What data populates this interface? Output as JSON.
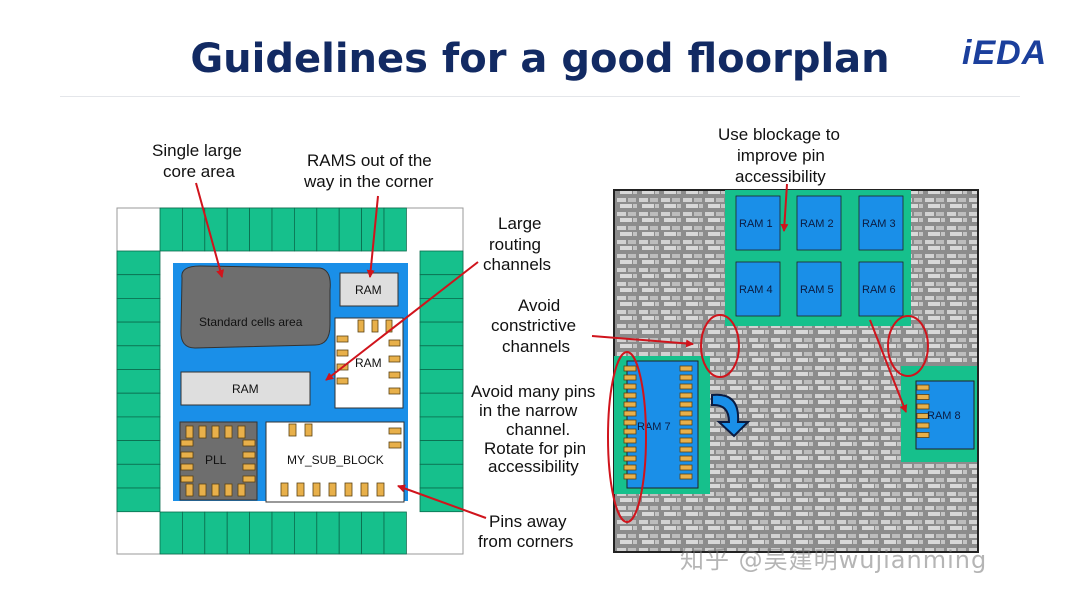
{
  "slide": {
    "title": "Guidelines for a good floorplan",
    "logo": "iEDA",
    "watermark": "知乎 @吴建明wujianming"
  },
  "left_diagram": {
    "callouts": {
      "core_line1": "Single large",
      "core_line2": "core area",
      "rams_line1": "RAMS out of the",
      "rams_line2": "way in the corner",
      "routing_line1": "Large",
      "routing_line2": "routing",
      "routing_line3": "channels",
      "pins_line1": "Pins away",
      "pins_line2": "from corners"
    },
    "blocks": {
      "std_cells": "Standard cells area",
      "ram_top": "RAM",
      "ram_pins": "RAM",
      "ram_bottom": "RAM",
      "pll": "PLL",
      "sub_block": "MY_SUB_BLOCK"
    }
  },
  "right_diagram": {
    "callouts": {
      "blockage_line1": "Use blockage to",
      "blockage_line2": "improve pin",
      "blockage_line3": "accessibility",
      "constrict_line1": "Avoid",
      "constrict_line2": "constrictive",
      "constrict_line3": "channels",
      "pins_line1": "Avoid many pins",
      "pins_line2": "in the narrow",
      "pins_line3": "channel.",
      "pins_line4": "Rotate for pin",
      "pins_line5": "accessibility"
    },
    "rams": [
      "RAM 1",
      "RAM 2",
      "RAM 3",
      "RAM 4",
      "RAM 5",
      "RAM 6",
      "RAM 7",
      "RAM 8"
    ]
  },
  "colors": {
    "title": "#122a63",
    "io_green": "#16c08c",
    "core_blue": "#1a8fe8",
    "std_gray": "#707070",
    "arrow_red": "#d0141c",
    "chip_gray": "#8a8a8a"
  }
}
